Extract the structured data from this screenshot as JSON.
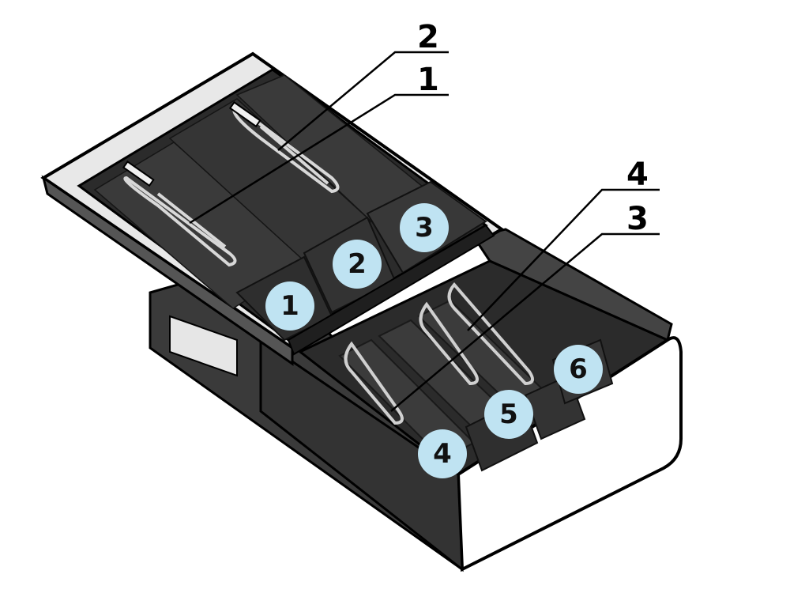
{
  "callouts": {
    "top_2": "2",
    "top_1": "1",
    "right_4": "4",
    "right_3": "3"
  },
  "compartments": {
    "c1": "1",
    "c2": "2",
    "c3": "3",
    "c4": "4",
    "c5": "5",
    "c6": "6"
  },
  "colors": {
    "badge_fill": "#bfe3f2",
    "tray_dark": "#2b2b2b",
    "tray_mid": "#3a3a3a",
    "outline": "#000000"
  }
}
